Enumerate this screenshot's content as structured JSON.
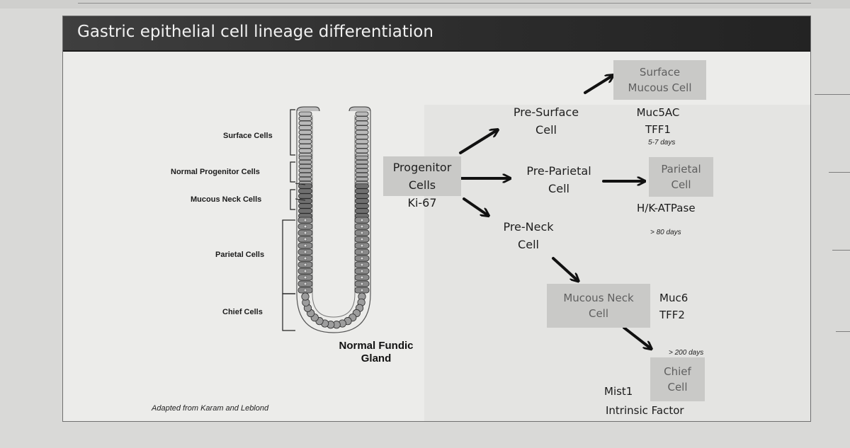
{
  "slide": {
    "title": "Gastric epithelial cell lineage differentiation",
    "credit": "Adapted from Karam and Leblond"
  },
  "gland": {
    "labels": {
      "surface": "Surface Cells",
      "progenitor": "Normal Progenitor Cells",
      "mucous_neck": "Mucous Neck Cells",
      "parietal": "Parietal Cells",
      "chief": "Chief Cells"
    },
    "caption_line1": "Normal Fundic",
    "caption_line2": "Gland"
  },
  "lineage": {
    "progenitor": {
      "line1": "Progenitor",
      "line2": "Cells",
      "marker": "Ki-67"
    },
    "pre_surface": {
      "line1": "Pre-Surface",
      "line2": "Cell"
    },
    "pre_parietal": {
      "line1": "Pre-Parietal",
      "line2": "Cell"
    },
    "pre_neck": {
      "line1": "Pre-Neck",
      "line2": "Cell"
    },
    "surface_mucous": {
      "line1": "Surface",
      "line2": "Mucous Cell",
      "marker1": "Muc5AC",
      "marker2": "TFF1",
      "days": "5-7 days"
    },
    "parietal": {
      "line1": "Parietal",
      "line2": "Cell",
      "marker": "H/K-ATPase",
      "days": "> 80 days"
    },
    "mucous_neck": {
      "line1": "Mucous Neck",
      "line2": "Cell",
      "marker1": "Muc6",
      "marker2": "TFF2",
      "days": "> 200 days"
    },
    "chief": {
      "line1": "Chief",
      "line2": "Cell",
      "marker1": "Mist1",
      "marker2": "Intrinsic Factor"
    }
  },
  "colors": {
    "title_bar": "#2c2c2c",
    "box_fill": "#c9c9c7",
    "box_text": "#5f5f5f",
    "arrow": "#111111"
  }
}
